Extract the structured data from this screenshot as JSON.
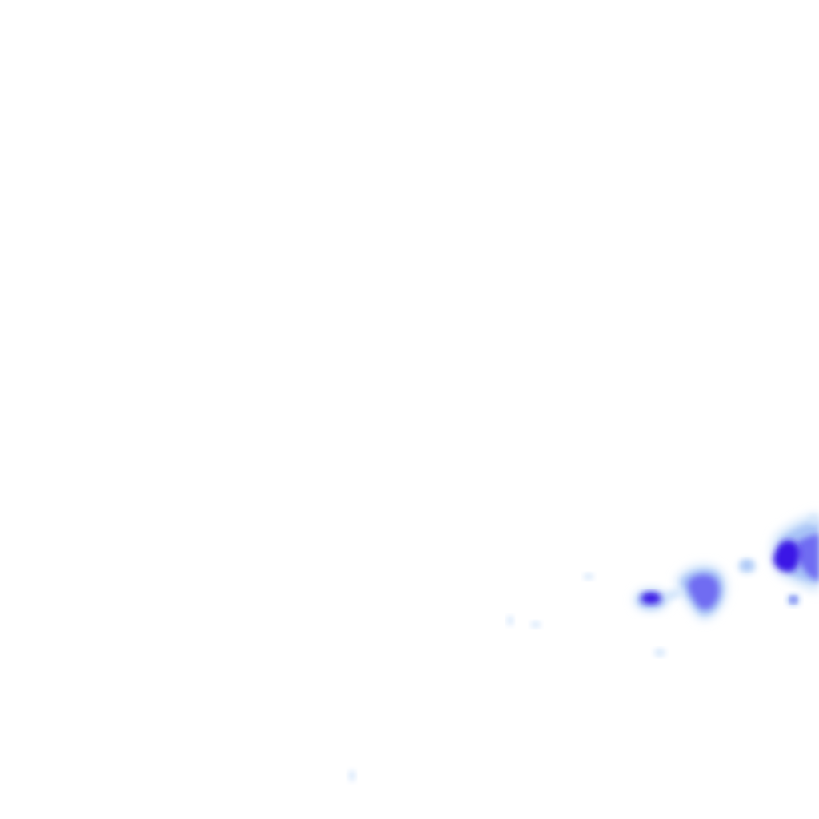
{
  "map": {
    "kind": "precipitation-radar-tile",
    "background": "#ffffff",
    "legend": {
      "levels": [
        "very-light",
        "light",
        "moderate",
        "heavy"
      ],
      "colors": {
        "very-light": "#d4e6fb",
        "light": "#a9c4f7",
        "moderate": "#6f6cf2",
        "heavy": "#3a14e6"
      }
    },
    "cells": [
      {
        "id": "east-edge-complex",
        "peak": "heavy"
      },
      {
        "id": "central-cell",
        "peak": "moderate"
      },
      {
        "id": "west-small-cell",
        "peak": "heavy"
      },
      {
        "id": "small-east-cell",
        "peak": "light"
      },
      {
        "id": "fragment-1",
        "peak": "very-light"
      },
      {
        "id": "fragment-2",
        "peak": "very-light"
      },
      {
        "id": "fragment-3",
        "peak": "very-light"
      },
      {
        "id": "fragment-4",
        "peak": "very-light"
      },
      {
        "id": "fragment-5",
        "peak": "very-light"
      },
      {
        "id": "fragment-6",
        "peak": "very-light"
      }
    ]
  }
}
